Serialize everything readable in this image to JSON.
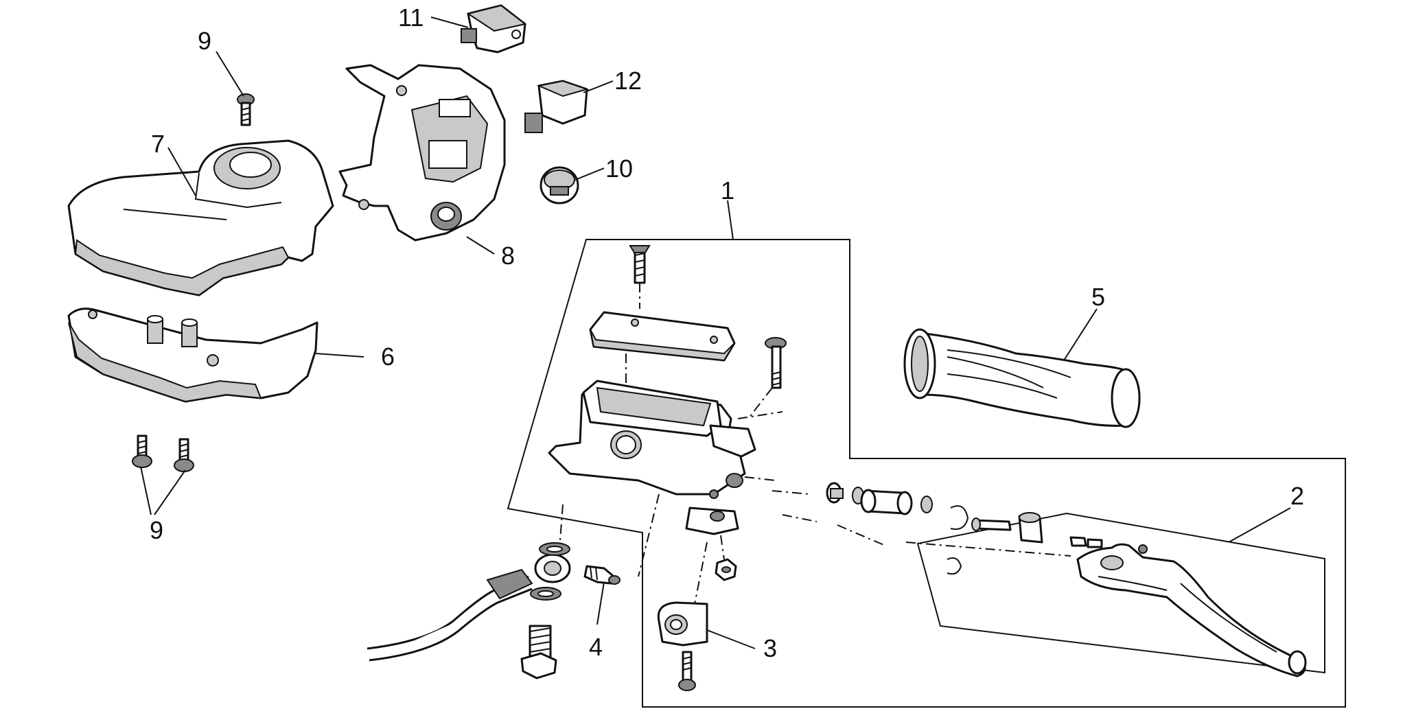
{
  "labels": {
    "l1": "1",
    "l2": "2",
    "l3": "3",
    "l4": "4",
    "l5": "5",
    "l6": "6",
    "l7": "7",
    "l8": "8",
    "l9a": "9",
    "l9b": "9",
    "l10": "10",
    "l11": "11",
    "l12": "12"
  }
}
